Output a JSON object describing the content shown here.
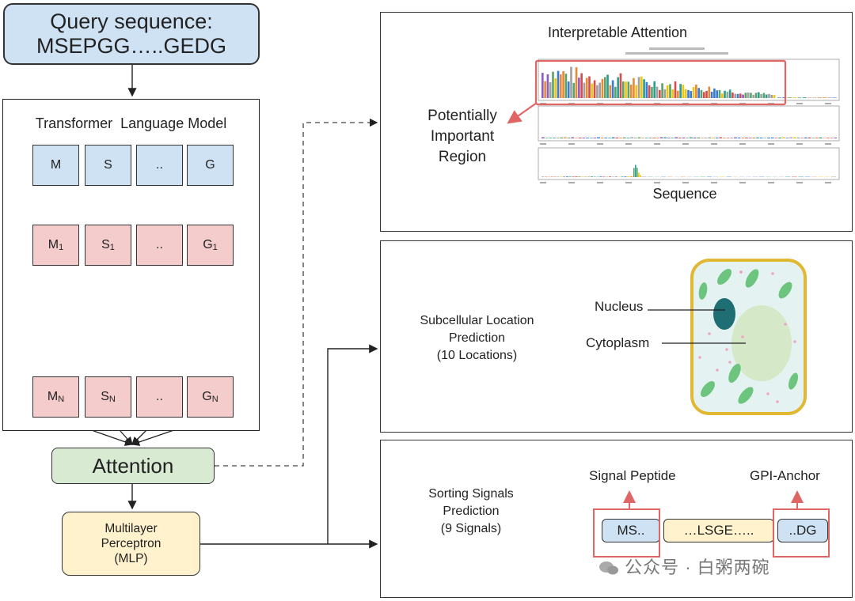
{
  "query": {
    "line1": "Query sequence:",
    "line2": "MSEPGG…..GEDG"
  },
  "transformer": {
    "title": "Transformer  Language Model",
    "input_tokens": [
      "M",
      "S",
      "..",
      "G"
    ],
    "layer1_tokens": [
      {
        "base": "M",
        "sub": "1"
      },
      {
        "base": "S",
        "sub": "1"
      },
      {
        "base": "..",
        "sub": ""
      },
      {
        "base": "G",
        "sub": "1"
      }
    ],
    "layerN_tokens": [
      {
        "base": "M",
        "sub": "N"
      },
      {
        "base": "S",
        "sub": "N"
      },
      {
        "base": "..",
        "sub": ""
      },
      {
        "base": "G",
        "sub": "N"
      }
    ]
  },
  "attention": {
    "label": "Attention"
  },
  "mlp": {
    "line1": "Multilayer",
    "line2": "Perceptron",
    "line3": "(MLP)"
  },
  "panel_attention": {
    "title": "Interpretable Attention",
    "region_line1": "Potentially",
    "region_line2": "Important",
    "region_line3": "Region",
    "xlabel": "Sequence"
  },
  "panel_location": {
    "line1": "Subcellular Location",
    "line2": "Prediction",
    "line3": "(10 Locations)",
    "nucleus": "Nucleus",
    "cytoplasm": "Cytoplasm"
  },
  "panel_signals": {
    "line1": "Sorting Signals",
    "line2": "Prediction",
    "line3": "(9 Signals)",
    "signal_peptide": "Signal Peptide",
    "gpi_anchor": "GPI-Anchor",
    "seg_left": "MS..",
    "seg_mid": "…LSGE…..",
    "seg_right": "..DG"
  },
  "watermark": "公众号 · 白粥两碗",
  "colors": {
    "blue": "#cfe2f3",
    "pink": "#f4cccc",
    "green": "#d9ead3",
    "yellow": "#fff2cc",
    "highlight": "#e06666",
    "cell_border": "#e0b833"
  }
}
